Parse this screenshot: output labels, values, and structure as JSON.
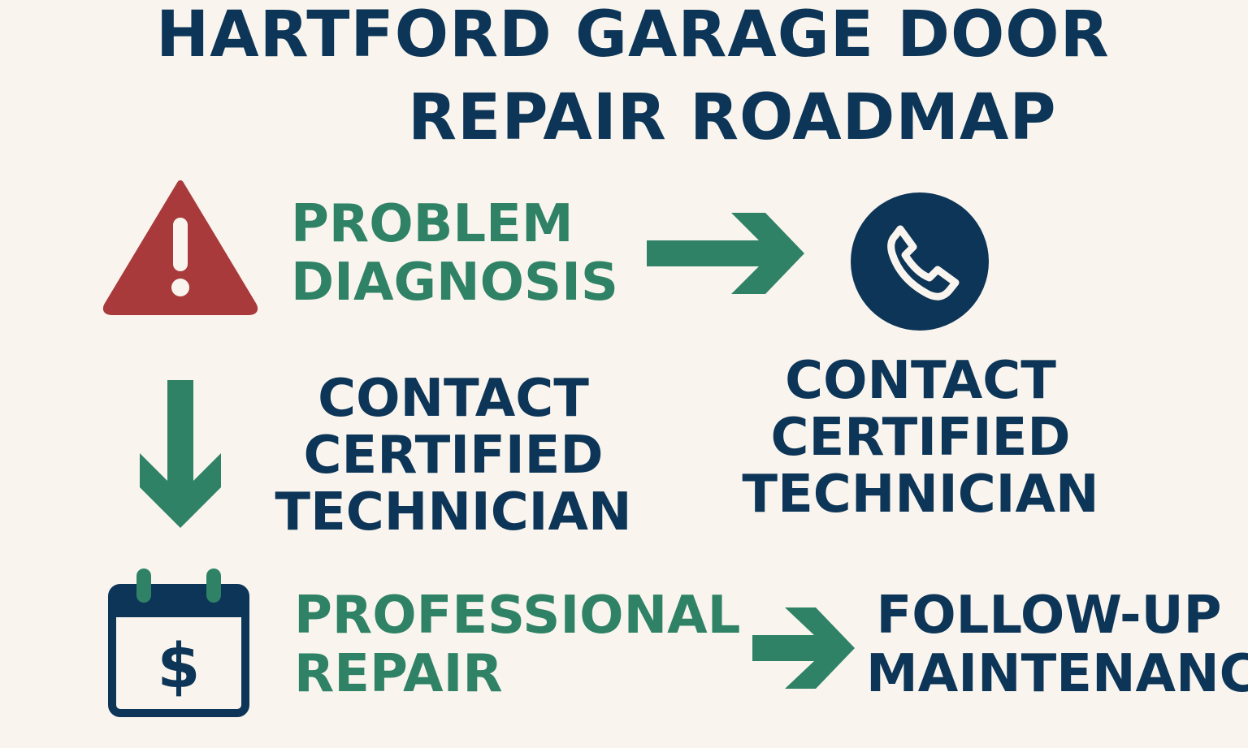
{
  "title": {
    "line1": "HARTFORD GARAGE DOOR",
    "line2": "REPAIR ROADMAP"
  },
  "steps": {
    "diagnosis": {
      "line1": "PROBLEM",
      "line2": "DIAGNOSIS",
      "icon": "warning-triangle-icon"
    },
    "contact_left": {
      "line1": "CONTACT",
      "line2": "CERTIFIED",
      "line3": "TECHNICIAN"
    },
    "contact_right": {
      "line1": "CONTACT",
      "line2": "CERTIFIED",
      "line3": "TECHNICIAN",
      "icon": "phone-icon"
    },
    "repair": {
      "line1": "PROFESSIONAL",
      "line2": "REPAIR",
      "icon": "calendar-dollar-icon"
    },
    "followup": {
      "line1": "FOLLOW-UP",
      "line2": "MAINTENANCE"
    }
  },
  "colors": {
    "navy": "#0d3557",
    "green": "#2f8266",
    "red": "#a83a3c",
    "background": "#f9f5ee"
  }
}
